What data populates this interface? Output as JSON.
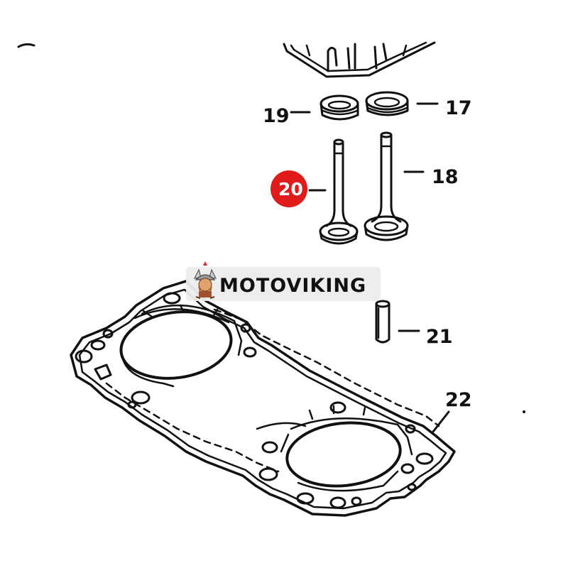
{
  "watermark": {
    "brand": "MOTOVIKING",
    "logo_icon": "viking-mascot-icon"
  },
  "callouts": {
    "p17": "17",
    "p18": "18",
    "p19": "19",
    "p20": "20",
    "p21": "21",
    "p22": "22"
  },
  "colors": {
    "highlight": "#e01b1b",
    "line": "#111111",
    "background": "#ffffff"
  }
}
